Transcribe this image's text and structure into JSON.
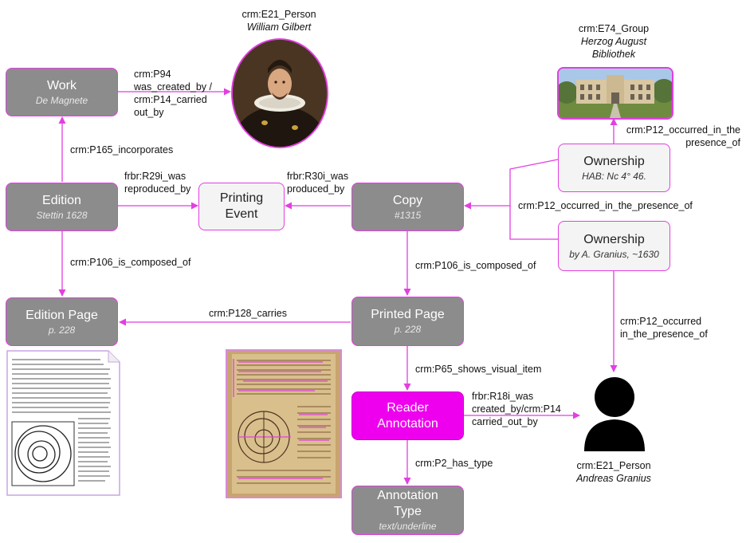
{
  "nodes": {
    "work": {
      "title": "Work",
      "subtitle": "De Magnete"
    },
    "edition": {
      "title": "Edition",
      "subtitle": "Stettin 1628"
    },
    "printing_event": {
      "title_line1": "Printing",
      "title_line2": "Event"
    },
    "copy": {
      "title": "Copy",
      "subtitle": "#1315"
    },
    "ownership_hab": {
      "title": "Ownership",
      "subtitle": "HAB: Nc 4° 46."
    },
    "ownership_granius": {
      "title": "Ownership",
      "subtitle": "by A. Granius, ~1630"
    },
    "edition_page": {
      "title": "Edition Page",
      "subtitle": "p. 228"
    },
    "printed_page": {
      "title": "Printed Page",
      "subtitle": "p. 228"
    },
    "reader_annotation": {
      "title_line1": "Reader",
      "title_line2": "Annotation"
    },
    "annotation_type": {
      "title_line1": "Annotation",
      "title_line2": "Type",
      "subtitle": "text/underline"
    }
  },
  "entities": {
    "gilbert": {
      "class": "crm:E21_Person",
      "name": "William Gilbert"
    },
    "hab_group": {
      "class": "crm:E74_Group",
      "name_line1": "Herzog August",
      "name_line2": "Bibliothek"
    },
    "granius": {
      "class": "crm:E21_Person",
      "name": "Andreas Granius"
    }
  },
  "edges": {
    "work_created": {
      "l1": "crm:P94",
      "l2": "was_created_by /",
      "l3": "crm:P14_carried",
      "l4": "out_by"
    },
    "incorporates": "crm:P165_incorporates",
    "reproduced": {
      "l1": "frbr:R29i_was",
      "l2": "reproduced_by"
    },
    "produced": {
      "l1": "frbr:R30i_was",
      "l2": "produced_by"
    },
    "hab_presence": {
      "l1": "crm:P12_occurred_in_the",
      "l2": "presence_of"
    },
    "copy_presence": "crm:P12_occurred_in_the_presence_of",
    "edition_composed": "crm:P106_is_composed_of",
    "copy_composed": "crm:P106_is_composed_of",
    "carries": "crm:P128_carries",
    "granius_presence": {
      "l1": "crm:P12_occurred",
      "l2": "in_the_presence_of"
    },
    "shows_visual": "crm:P65_shows_visual_item",
    "annotation_created": {
      "l1": "frbr:R18i_was",
      "l2": "created_by/crm:P14",
      "l3": "carried_out_by"
    },
    "has_type": "crm:P2_has_type"
  },
  "colors": {
    "edge": "#e23fe2",
    "node_gray": "#8c8c8c",
    "node_light": "#f4f4f4",
    "accent": "#ee00ee"
  },
  "icons": [
    "portrait-william-gilbert",
    "photo-herzog-august-bibliothek",
    "edition-page-icon",
    "annotated-page-scan",
    "person-icon"
  ]
}
